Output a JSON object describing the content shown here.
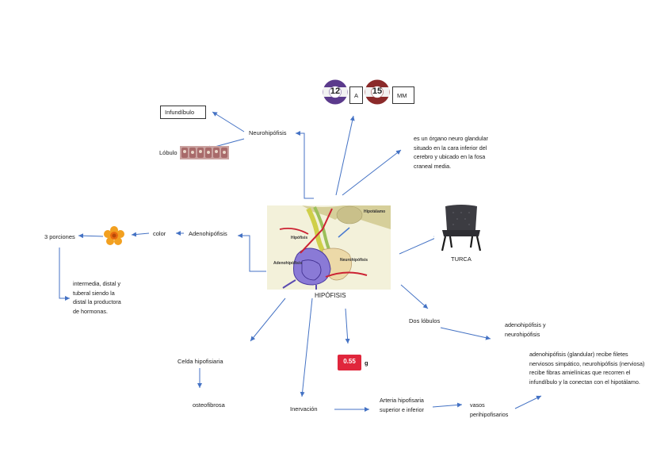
{
  "center": {
    "title": "HIPÓFISIS",
    "labels": {
      "hipotalamo": "Hipotálamo",
      "hipofisis": "Hipófisis",
      "adenohipofisis": "Adenohipófisis",
      "neurohipofisis": "Neurohipófisis"
    }
  },
  "nodes": {
    "neurohipofisis": "Neurohipófisis",
    "infundibulo": "Infundíbulo",
    "lobulo": "Lóbulo",
    "ball_a": "12",
    "ball_b": "15",
    "letter_a": "A",
    "unit_mm": "MM",
    "definition": "es un órgano neuro glandular situado en la cara inferior del cerebro y ubicado en la fosa craneal media.",
    "adenohipofisis": "Adenohipófisis",
    "color": "color",
    "tres_porciones": "3 porciones",
    "porciones_desc": "intermedia, distal y tuberal siendo la distal la productora de hormonas.",
    "turca": "TURCA",
    "dos_lobulos": "Dos lóbulos",
    "lobulos_list": "adenohipófisis y neurohipófisis",
    "lobulos_desc": "adenohipófisis (glandular) recibe filetes nerviosos simpático, neurohipófisis (nerviosa) recibe fibras amielínicas que recorren el infundíbulo y la conectan con el hipotálamo.",
    "celda": "Celda hipofisiaria",
    "osteofibrosa": "osteofibrosa",
    "inervacion": "Inervación",
    "arteria": "Arteria hipofisaria superior e inferior",
    "vasos": "vasos perihipofisarios",
    "weight_value": "0.55",
    "weight_unit": "g"
  },
  "colors": {
    "connector": "#4472c4",
    "ball_purple": "#5b3a8c",
    "ball_red": "#8b2a2a",
    "weight_red": "#e0263c"
  }
}
